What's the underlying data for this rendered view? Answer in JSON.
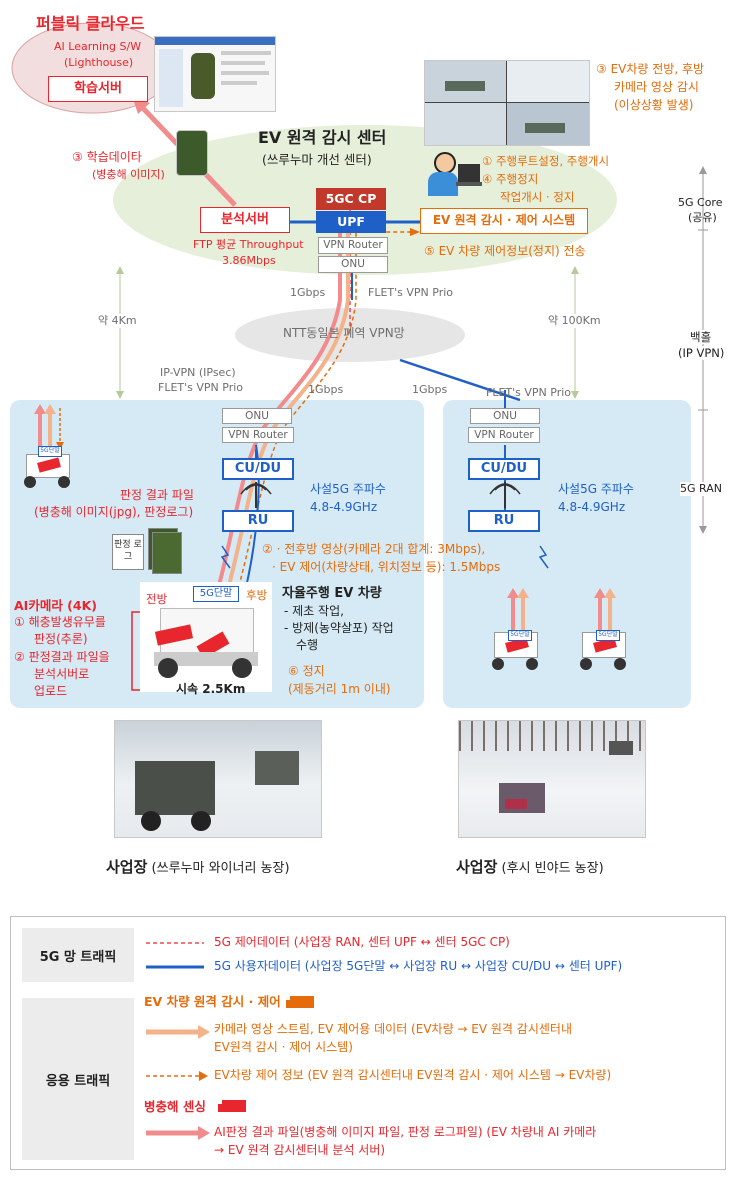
{
  "cloud": {
    "title": "퍼블릭 클라우드",
    "subtitle1": "AI Learning S/W",
    "subtitle2": "(Lighthouse)",
    "server": "학습서버"
  },
  "center": {
    "title": "EV 원격 감시 센터",
    "subtitle": "(쓰루누마 개선 센터)",
    "cp": "5GC CP",
    "upf": "UPF",
    "vpn_router": "VPN Router",
    "onu": "ONU",
    "analysis_server": "분석서버",
    "throughput1": "FTP 평균 Throughput",
    "throughput2": "3.86Mbps",
    "monitor_system": "EV 원격 감시 · 제어 시스템"
  },
  "notes": {
    "learning_data1": "③ 학습데이타",
    "learning_data2": "(병충해 이미지)",
    "camera_monitor1": "③ EV차량 전방, 후방",
    "camera_monitor2": "카메라 영상 감시",
    "camera_monitor3": "(이상상황 발생)",
    "step1": "① 주행루트설정, 주행개시",
    "step4": "④ 주행정지",
    "step4b": "작업개시 · 정지",
    "step5": "⑤ EV 차량 제어정보(정지) 전송"
  },
  "network": {
    "gbps_center": "1Gbps",
    "flets_center": "FLET's VPN Prio",
    "ntt": "NTT동일본 폐역 VPN망",
    "dist_left": "약 4Km",
    "dist_right": "약 100Km",
    "ipvpn1": "IP-VPN (IPsec)",
    "ipvpn2": "FLET's VPN Prio",
    "gbps_left": "1Gbps",
    "gbps_right": "1Gbps",
    "flets_right": "FLET's VPN Prio"
  },
  "side": {
    "core1": "5G Core",
    "core2": "(공유)",
    "backhaul1": "백홀",
    "backhaul2": "(IP VPN)",
    "ran": "5G RAN"
  },
  "site_left": {
    "onu": "ONU",
    "vpn_router": "VPN Router",
    "cudu": "CU/DU",
    "ru": "RU",
    "freq1": "사설5G 주파수",
    "freq2": "4.8-4.9GHz",
    "judge1": "판정 결과 파일",
    "judge2": "(병충해 이미지(jpg), 판정로그)",
    "doc_label": "판정 로그",
    "traffic1": "② · 전후방 영상(카메라 2대 합계: 3Mbps),",
    "traffic2": "· EV 제어(차량상태, 위치정보 등): 1.5Mbps",
    "front": "전방",
    "rear": "후방",
    "terminal": "5G단말",
    "speed": "시속 2.5Km",
    "ai_cam": "AI카메라 (4K)",
    "ai1": "① 해충발생유무를",
    "ai2": "판정(추론)",
    "ai3": "② 판정결과 파일을",
    "ai4": "분석서버로",
    "ai5": "업로드",
    "ev_title": "자율주행 EV 차량",
    "ev1": "- 제초 작업,",
    "ev2": "- 방제(농약살포) 작업",
    "ev3": "수행",
    "stop1": "⑥ 정지",
    "stop2": "(제동거리 1m 이내)",
    "mini_terminal": "5G단말"
  },
  "site_right": {
    "onu": "ONU",
    "vpn_router": "VPN Router",
    "cudu": "CU/DU",
    "ru": "RU",
    "freq1": "사설5G 주파수",
    "freq2": "4.8-4.9GHz",
    "mini_terminal": "5G단말"
  },
  "captions": {
    "left_bold": "사업장",
    "left_rest": " (쓰루누마 와이너리 농장)",
    "right_bold": "사업장",
    "right_rest": " (후시 빈야드 농장)"
  },
  "legend": {
    "net_label": "5G 망 트래픽",
    "net1": "5G 제어데이터 (사업장 RAN, 센터 UPF ↔ 센터 5GC CP)",
    "net2": "5G 사용자데이터 (사업장 5G단말 ↔ 사업장 RU ↔ 사업장 CU/DU ↔ 센터 UPF)",
    "app_label": "응용 트래픽",
    "ev_title": "EV 차량 원격 감시 · 제어",
    "ev_stream1": "카메라 영상 스트림, EV 제어용 데이터 (EV차량 → EV 원격 감시센터내",
    "ev_stream2": "EV원격 감시 · 제어 시스템)",
    "ev_ctrl": "EV차량 제어 정보 (EV 원격 감시센터내 EV원격 감시 · 제어 시스템 → EV차량)",
    "pest_title": "병충해 센싱",
    "pest1": "AI판정 결과 파일(병충해 이미지 파일, 판정 로그파일) (EV 차량내 AI 카메라",
    "pest2": "→ EV 원격 감시센터내 분석 서버)"
  },
  "colors": {
    "red": "#e8262d",
    "orange": "#e46c0a",
    "blue": "#1f5fc8",
    "site_bg": "#d6eaf5",
    "center_bg": "#e6efd9"
  }
}
